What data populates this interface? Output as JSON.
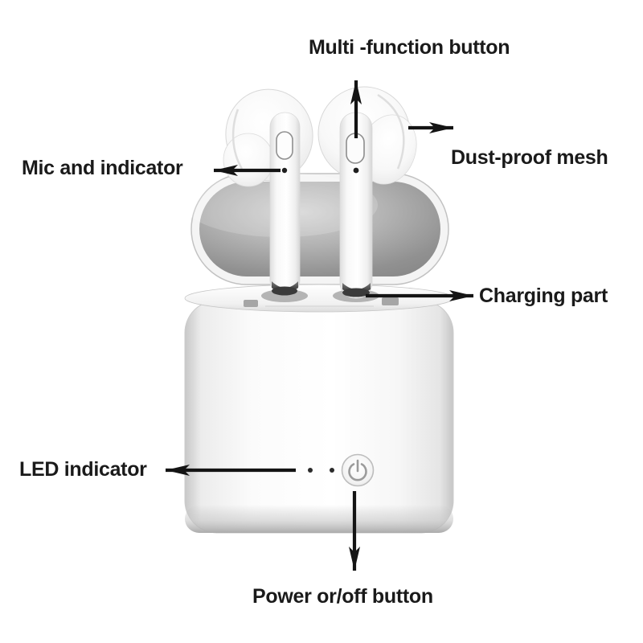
{
  "labels": {
    "multi_function": "Multi -function button",
    "mic": "Mic and indicator",
    "dust": "Dust-proof mesh",
    "charging": "Charging part",
    "led": "LED indicator",
    "power": "Power or/off button"
  },
  "colors": {
    "background": "#ffffff",
    "label_text": "#1a1a1a",
    "arrow": "#141414",
    "lid_silver_dark": "#8e8e8e",
    "lid_silver_light": "#d2d2d2",
    "case_white": "#fbfbfb",
    "earbud_white": "#fcfcfc",
    "button_outline_gray": "#8f8f8f",
    "power_glyph_gray": "#9b9b9b"
  },
  "icons": {
    "power_symbol": "power-icon",
    "arrows": [
      "arrow-up-icon",
      "arrow-left-icon",
      "arrow-right-icon",
      "arrow-right-icon",
      "arrow-left-icon",
      "arrow-down-icon"
    ]
  }
}
